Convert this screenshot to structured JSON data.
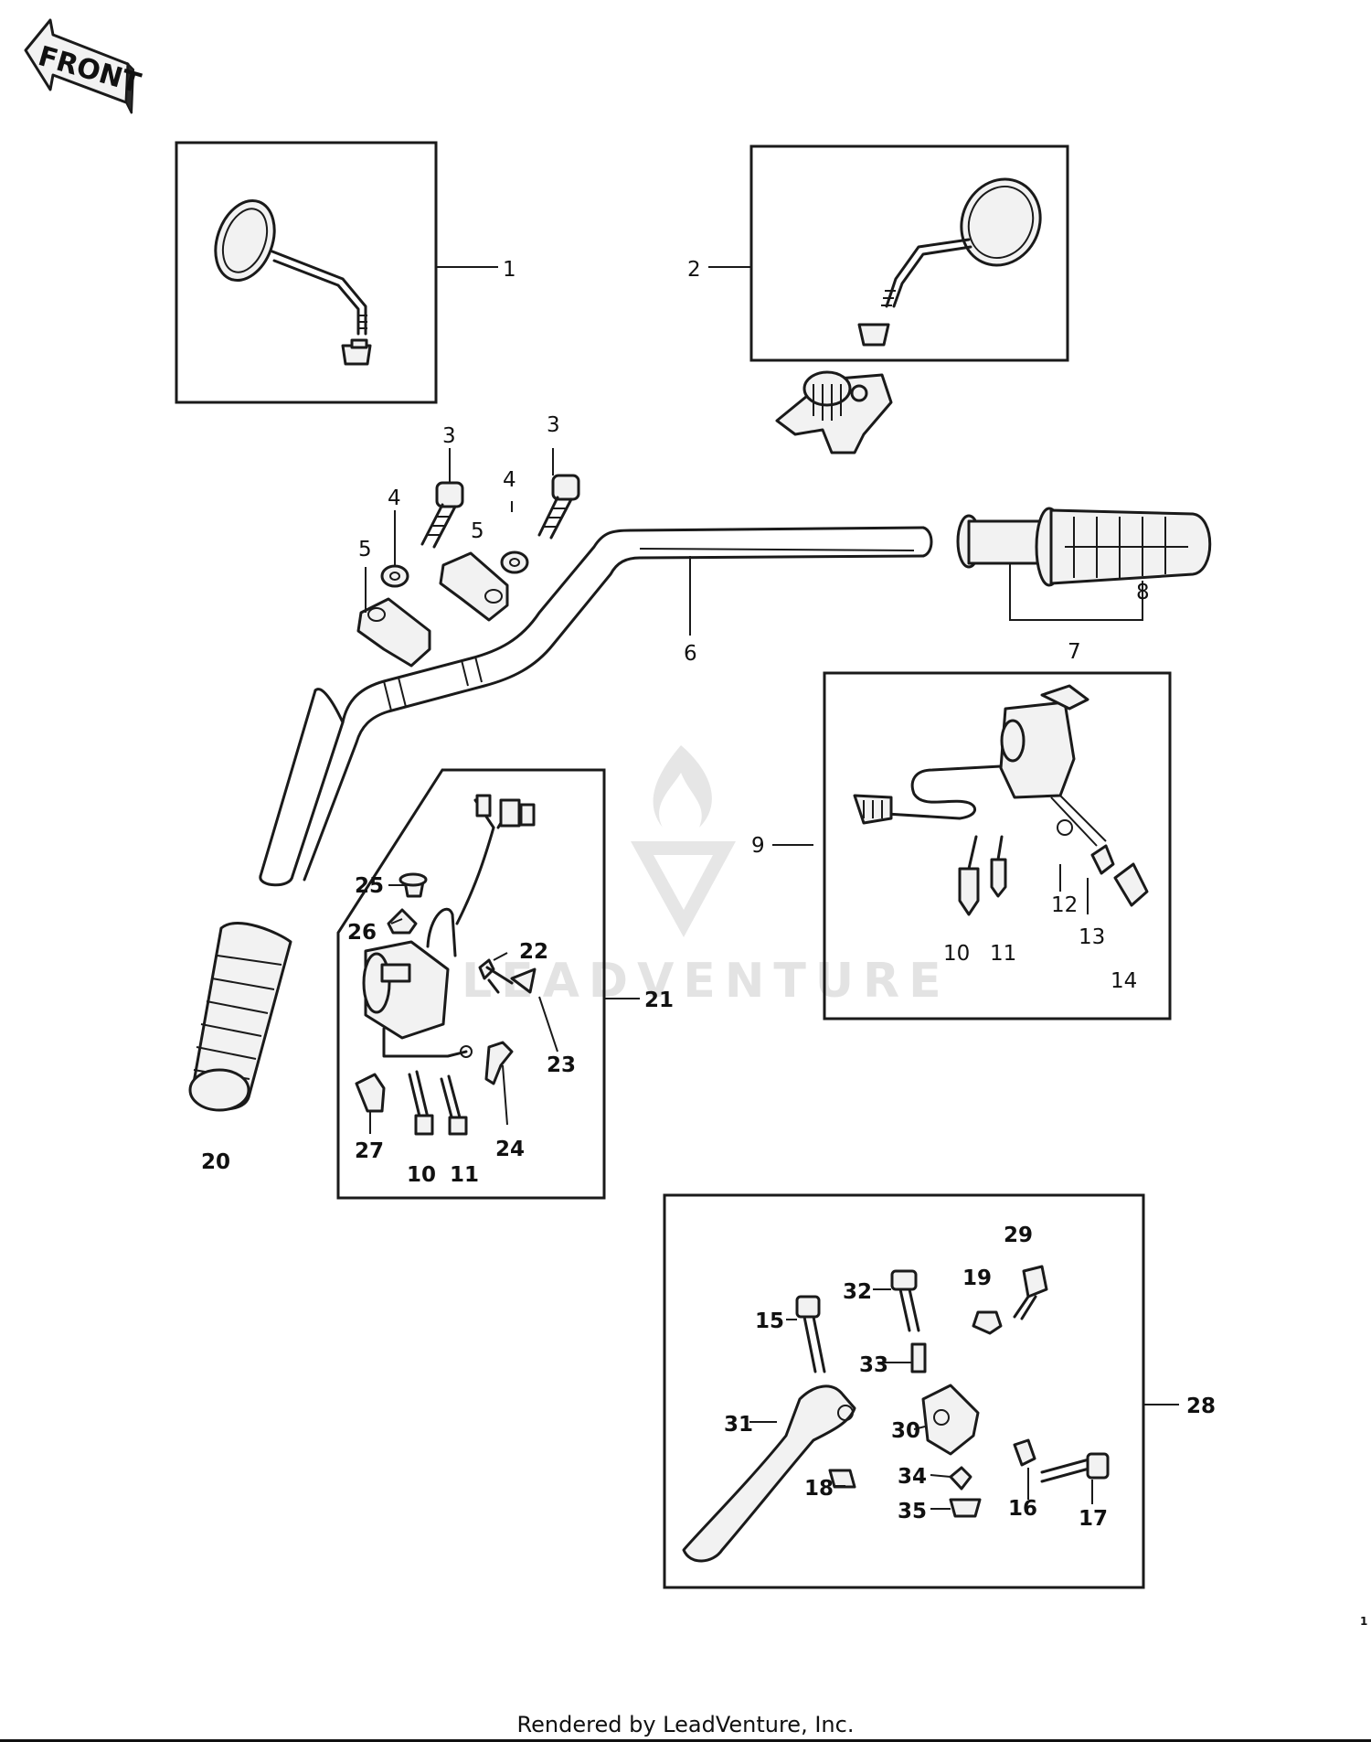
{
  "orientation": {
    "label": "FRONT"
  },
  "watermark": {
    "text": "LEADVENTURE"
  },
  "footer": {
    "credit": "Rendered by LeadVenture, Inc."
  },
  "page_number": "1",
  "callouts": [
    {
      "id": "c1",
      "text": "1"
    },
    {
      "id": "c2",
      "text": "2"
    },
    {
      "id": "c3a",
      "text": "3"
    },
    {
      "id": "c3b",
      "text": "3"
    },
    {
      "id": "c4a",
      "text": "4"
    },
    {
      "id": "c4b",
      "text": "4"
    },
    {
      "id": "c5a",
      "text": "5"
    },
    {
      "id": "c5b",
      "text": "5"
    },
    {
      "id": "c6",
      "text": "6"
    },
    {
      "id": "c7",
      "text": "7"
    },
    {
      "id": "c8",
      "text": "8"
    },
    {
      "id": "c9",
      "text": "9"
    },
    {
      "id": "c10a",
      "text": "10"
    },
    {
      "id": "c11a",
      "text": "11"
    },
    {
      "id": "c12",
      "text": "12"
    },
    {
      "id": "c13",
      "text": "13"
    },
    {
      "id": "c14",
      "text": "14"
    },
    {
      "id": "c20",
      "text": "20"
    },
    {
      "id": "c21",
      "text": "21"
    },
    {
      "id": "c22",
      "text": "22"
    },
    {
      "id": "c23",
      "text": "23"
    },
    {
      "id": "c24",
      "text": "24"
    },
    {
      "id": "c25",
      "text": "25"
    },
    {
      "id": "c26",
      "text": "26"
    },
    {
      "id": "c27",
      "text": "27"
    },
    {
      "id": "c10b",
      "text": "10"
    },
    {
      "id": "c11b",
      "text": "11"
    },
    {
      "id": "c15",
      "text": "15"
    },
    {
      "id": "c16",
      "text": "16"
    },
    {
      "id": "c17",
      "text": "17"
    },
    {
      "id": "c18",
      "text": "18"
    },
    {
      "id": "c19",
      "text": "19"
    },
    {
      "id": "c28",
      "text": "28"
    },
    {
      "id": "c29",
      "text": "29"
    },
    {
      "id": "c30",
      "text": "30"
    },
    {
      "id": "c31",
      "text": "31"
    },
    {
      "id": "c32",
      "text": "32"
    },
    {
      "id": "c33",
      "text": "33"
    },
    {
      "id": "c34",
      "text": "34"
    },
    {
      "id": "c35",
      "text": "35"
    }
  ]
}
